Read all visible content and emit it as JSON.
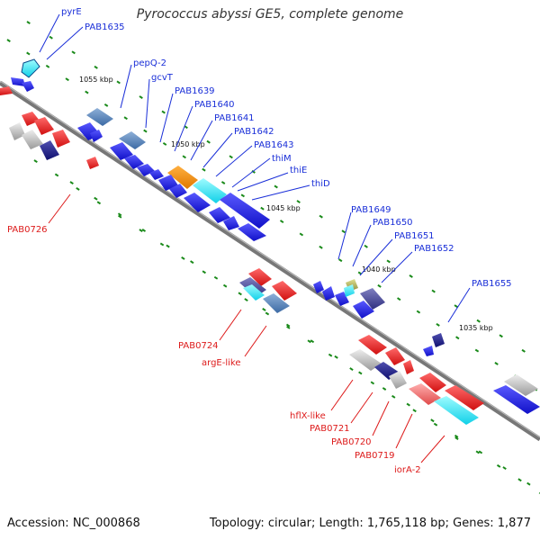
{
  "title": "Pyrococcus abyssi GE5, complete genome",
  "footer": {
    "accession": "Accession: NC_000868",
    "info": "Topology: circular; Length: 1,765,118 bp; Genes: 1,877"
  },
  "ticks": [
    "1055 kbp",
    "1050 kbp",
    "1045 kbp",
    "1040 kbp",
    "1035 kbp"
  ],
  "upper_labels": [
    "pyrE",
    "PAB1635",
    "pepQ-2",
    "gcvT",
    "PAB1639",
    "PAB1640",
    "PAB1641",
    "PAB1642",
    "PAB1643",
    "thiM",
    "thiE",
    "thiD",
    "PAB1649",
    "PAB1650",
    "PAB1651",
    "PAB1652",
    "PAB1655"
  ],
  "lower_labels": [
    "PAB0726",
    "PAB0724",
    "argE-like",
    "hflX-like",
    "PAB0721",
    "PAB0720",
    "PAB0719",
    "iorA-2"
  ],
  "colors": {
    "forward": "#1c1cf0",
    "reverse": "#ee2222",
    "backbone": "#777777",
    "tick_dot": "#1a8a1a"
  }
}
